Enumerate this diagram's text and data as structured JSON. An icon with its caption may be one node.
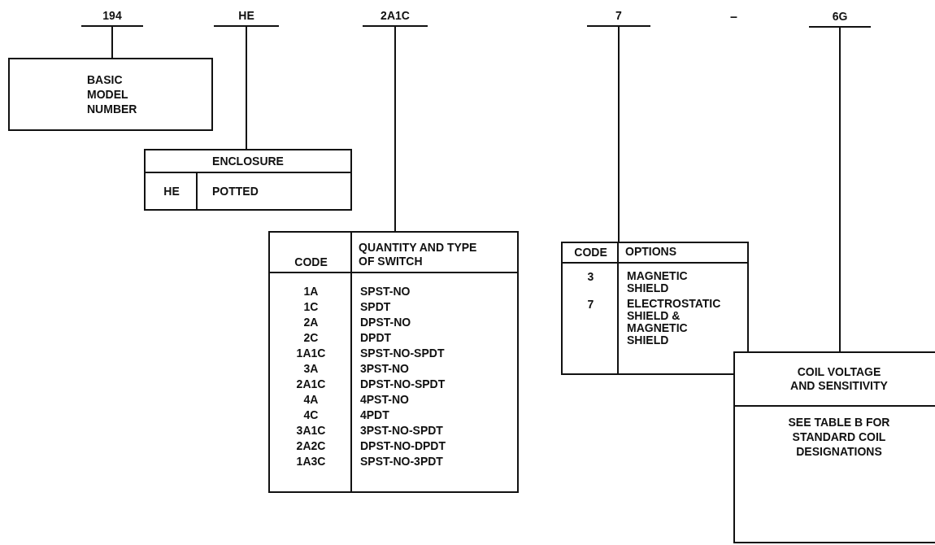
{
  "diagram": {
    "nodes": [
      {
        "text": [
          "194"
        ]
      },
      {
        "text": [
          "HE"
        ]
      },
      {
        "text": [
          "2A1C"
        ]
      },
      {
        "text": [
          "7"
        ]
      },
      {
        "text": [
          "6G"
        ]
      },
      {
        "text": [
          "BASIC MODEL NUMBER"
        ]
      },
      {
        "text": [
          "ENCLOSURE",
          "HE",
          "POTTED"
        ]
      },
      {
        "text": [
          "CODE",
          "QUANTITY AND TYPE OF SWITCH",
          "1A",
          "SPST-NO",
          "1C",
          "SPDT",
          "2A",
          "DPST-NO",
          "2C",
          "DPDT",
          "1A1C",
          "SPST-NO-SPDT",
          "3A",
          "3PST-NO",
          "2A1C",
          "DPST-NO-SPDT",
          "4A",
          "4PST-NO",
          "4C",
          "4PDT",
          "3A1C",
          "3PST-NO-SPDT",
          "2A2C",
          "DPST-NO-DPDT",
          "1A3C",
          "SPST-NO-3PDT"
        ]
      },
      {
        "text": [
          "CODE",
          "OPTIONS",
          "3",
          "MAGNETIC SHIELD",
          "7",
          "ELECTROSTATIC SHIELD & MAGNETIC SHIELD"
        ]
      },
      {
        "text": [
          "COIL VOLTAGE AND SENSITIVITY",
          "SEE TABLE B FOR STANDARD COIL DESIGNATIONS"
        ]
      }
    ],
    "edges": [
      {
        "from": 0,
        "to": 5,
        "arrow": "none"
      },
      {
        "from": 1,
        "to": 6,
        "arrow": "none"
      },
      {
        "from": 2,
        "to": 7,
        "arrow": "none"
      },
      {
        "from": 3,
        "to": 8,
        "arrow": "none"
      },
      {
        "from": 4,
        "to": 9,
        "arrow": "none"
      }
    ],
    "labels": [
      "–"
    ]
  }
}
